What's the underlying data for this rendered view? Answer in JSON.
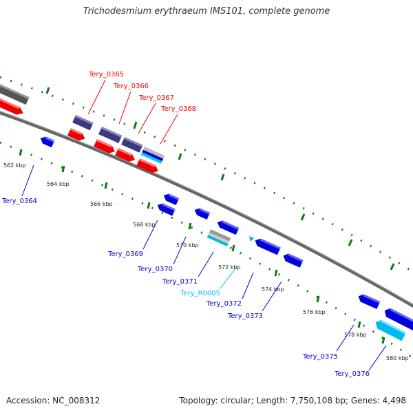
{
  "title": "Trichodesmium erythraeum IMS101, complete genome",
  "footer": {
    "accession": "Accession: NC_008312",
    "summary": "Topology: circular; Length: 7,750,108 bp; Genes: 4,498"
  },
  "colors": {
    "forward": "#ee0000",
    "reverse": "#0000cc",
    "rna": "#00bbdd",
    "gray": "#555555",
    "purple": "#3a3a80",
    "tick": "#117711",
    "backbone": "#666666"
  },
  "ticks": [
    {
      "label": "562 kbp"
    },
    {
      "label": "564 kbp"
    },
    {
      "label": "566 kbp"
    },
    {
      "label": "568 kbp"
    },
    {
      "label": "570 kbp"
    },
    {
      "label": "572 kbp"
    },
    {
      "label": "574 kbp"
    },
    {
      "label": "576 kbp"
    },
    {
      "label": "578 kbp"
    },
    {
      "label": "580 kbp"
    }
  ],
  "gene_labels": [
    {
      "name": "Tery_0364",
      "strand": "reverse"
    },
    {
      "name": "Tery_0365",
      "strand": "forward"
    },
    {
      "name": "Tery_0366",
      "strand": "forward"
    },
    {
      "name": "Tery_0367",
      "strand": "forward"
    },
    {
      "name": "Tery_0368",
      "strand": "forward"
    },
    {
      "name": "Tery_0369",
      "strand": "reverse"
    },
    {
      "name": "Tery_0370",
      "strand": "reverse"
    },
    {
      "name": "Tery_0371",
      "strand": "reverse"
    },
    {
      "name": "Tery_R0005",
      "strand": "rna"
    },
    {
      "name": "Tery_0372",
      "strand": "reverse"
    },
    {
      "name": "Tery_0373",
      "strand": "reverse"
    },
    {
      "name": "Tery_0375",
      "strand": "reverse"
    },
    {
      "name": "Tery_0376",
      "strand": "reverse"
    }
  ]
}
